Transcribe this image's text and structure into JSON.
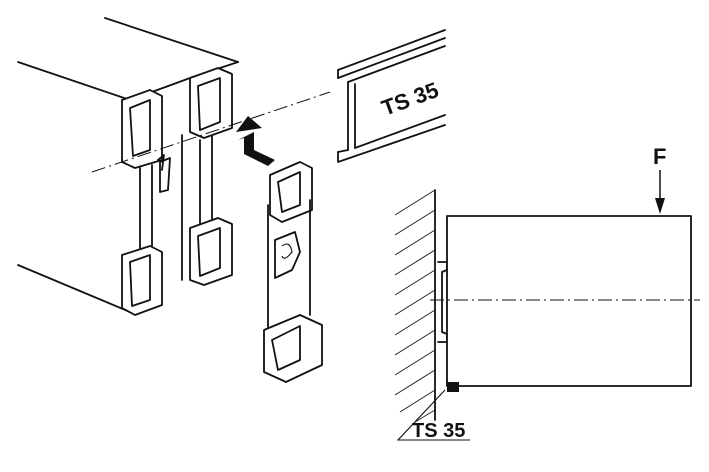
{
  "labels": {
    "rail_label": "TS 35",
    "force_label": "F",
    "section_label": "TS 35"
  }
}
